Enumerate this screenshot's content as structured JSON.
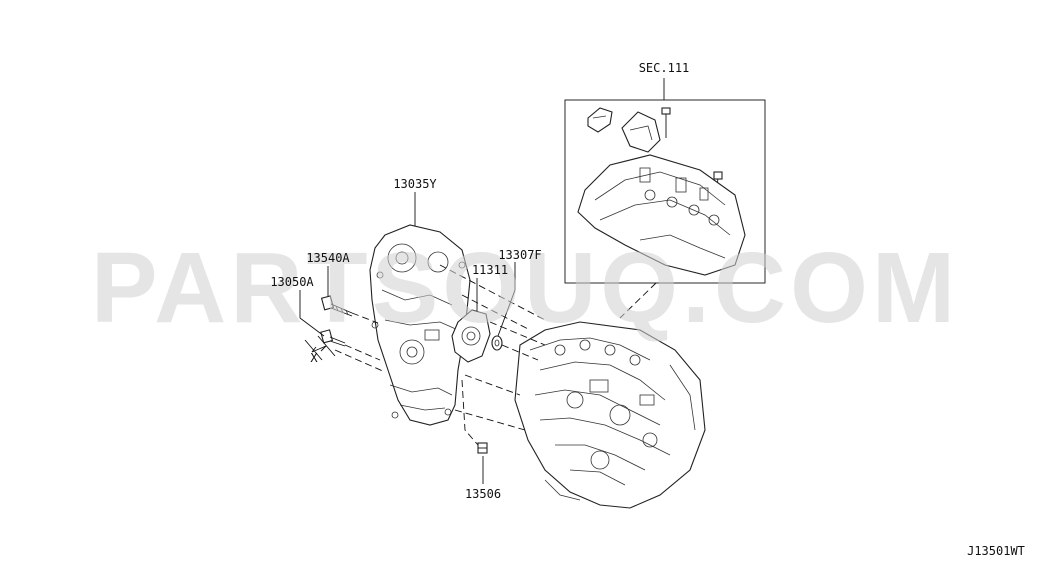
{
  "watermark": "PARTSOUQ.COM",
  "section_ref": "SEC.111",
  "diagram_code": "J13501WT",
  "parts": {
    "front_cover": "13035Y",
    "bolt_upper": "13540A",
    "bolt_lower": "13050A",
    "seal_plate": "11311",
    "o_ring": "13307F",
    "plug": "13506"
  },
  "dimension_label": "X"
}
